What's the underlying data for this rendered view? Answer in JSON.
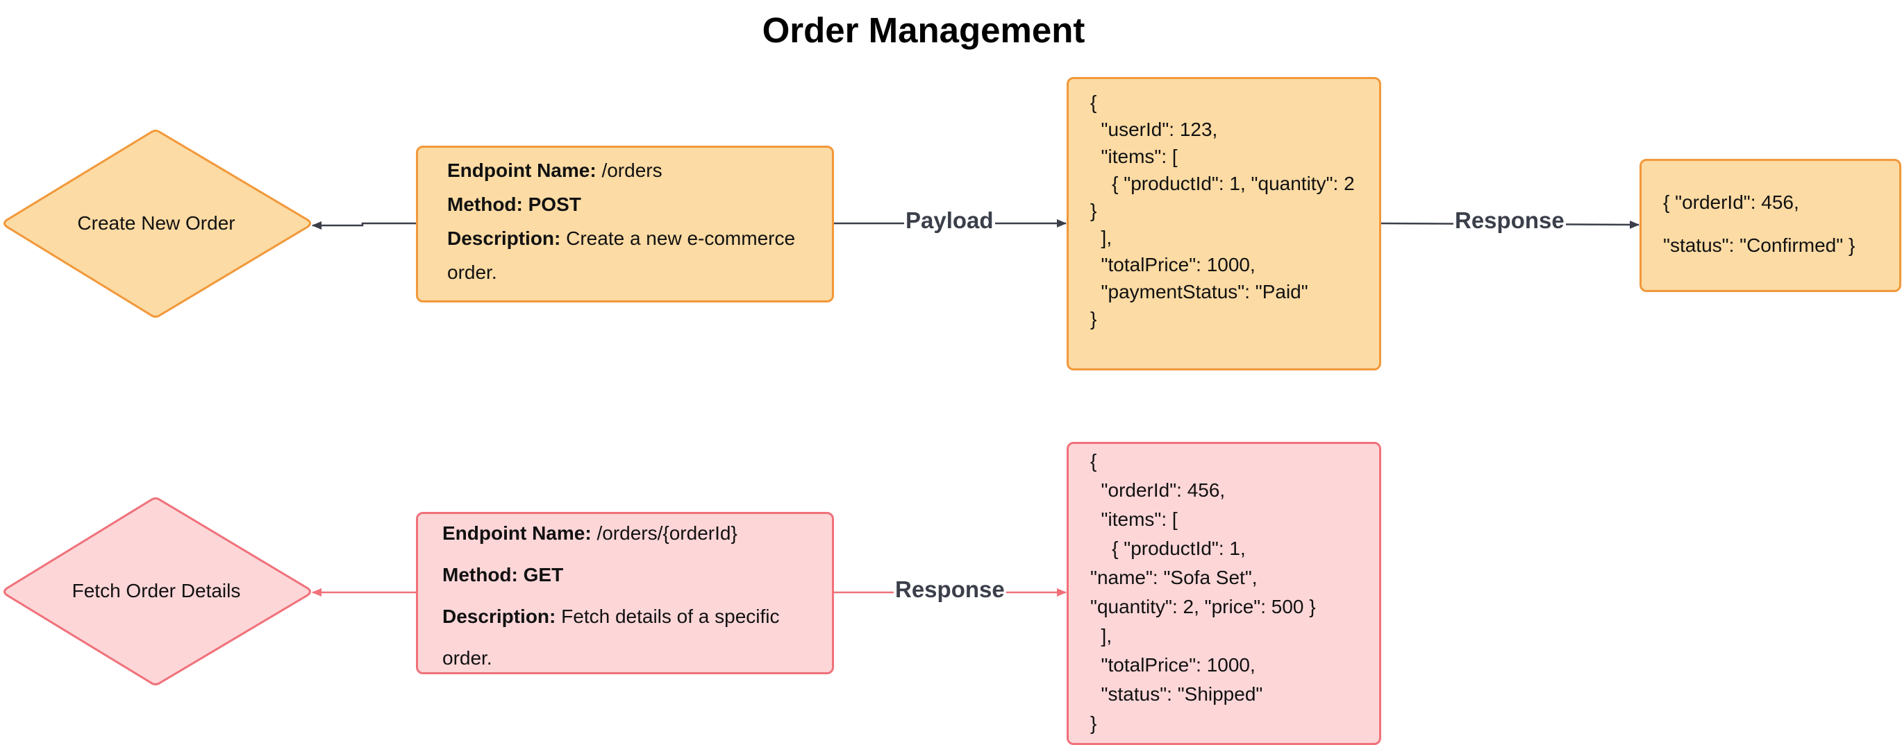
{
  "title": "Order Management",
  "colors": {
    "orange_fill": "#fcdba4",
    "orange_border": "#f2983a",
    "red_fill": "#fdd6d8",
    "red_border": "#f0717a",
    "dark_arrow": "#3b3f4a"
  },
  "flows": [
    {
      "diamond": "Create New Order",
      "endpoint": {
        "name_label": "Endpoint Name:",
        "name_value": " /orders",
        "method_label": "Method: POST",
        "description_label": "Description:",
        "description_line1": " Create a new e-commerce",
        "description_line2": "order."
      },
      "edge_to_request": "Payload",
      "request_json": [
        "{",
        "  \"userId\": 123,",
        "  \"items\": [",
        "    { \"productId\": 1, \"quantity\": 2",
        "}",
        "  ],",
        "  \"totalPrice\": 1000,",
        "  \"paymentStatus\": \"Paid\"",
        "}"
      ],
      "edge_to_response": "Response",
      "response_json": [
        "{ \"orderId\": 456,",
        "\"status\": \"Confirmed\" }"
      ]
    },
    {
      "diamond": "Fetch Order Details",
      "endpoint": {
        "name_label": "Endpoint Name:",
        "name_value": " /orders/{orderId}",
        "method_label": "Method: GET",
        "description_label": "Description:",
        "description_line1": " Fetch details of a specific",
        "description_line2": "order."
      },
      "edge_to_request": "Response",
      "request_json": [
        "{",
        "  \"orderId\": 456,",
        "  \"items\": [",
        "    { \"productId\": 1,",
        "\"name\": \"Sofa Set\",",
        "\"quantity\": 2, \"price\": 500 }",
        "  ],",
        "  \"totalPrice\": 1000,",
        "  \"status\": \"Shipped\"",
        "}"
      ]
    }
  ]
}
